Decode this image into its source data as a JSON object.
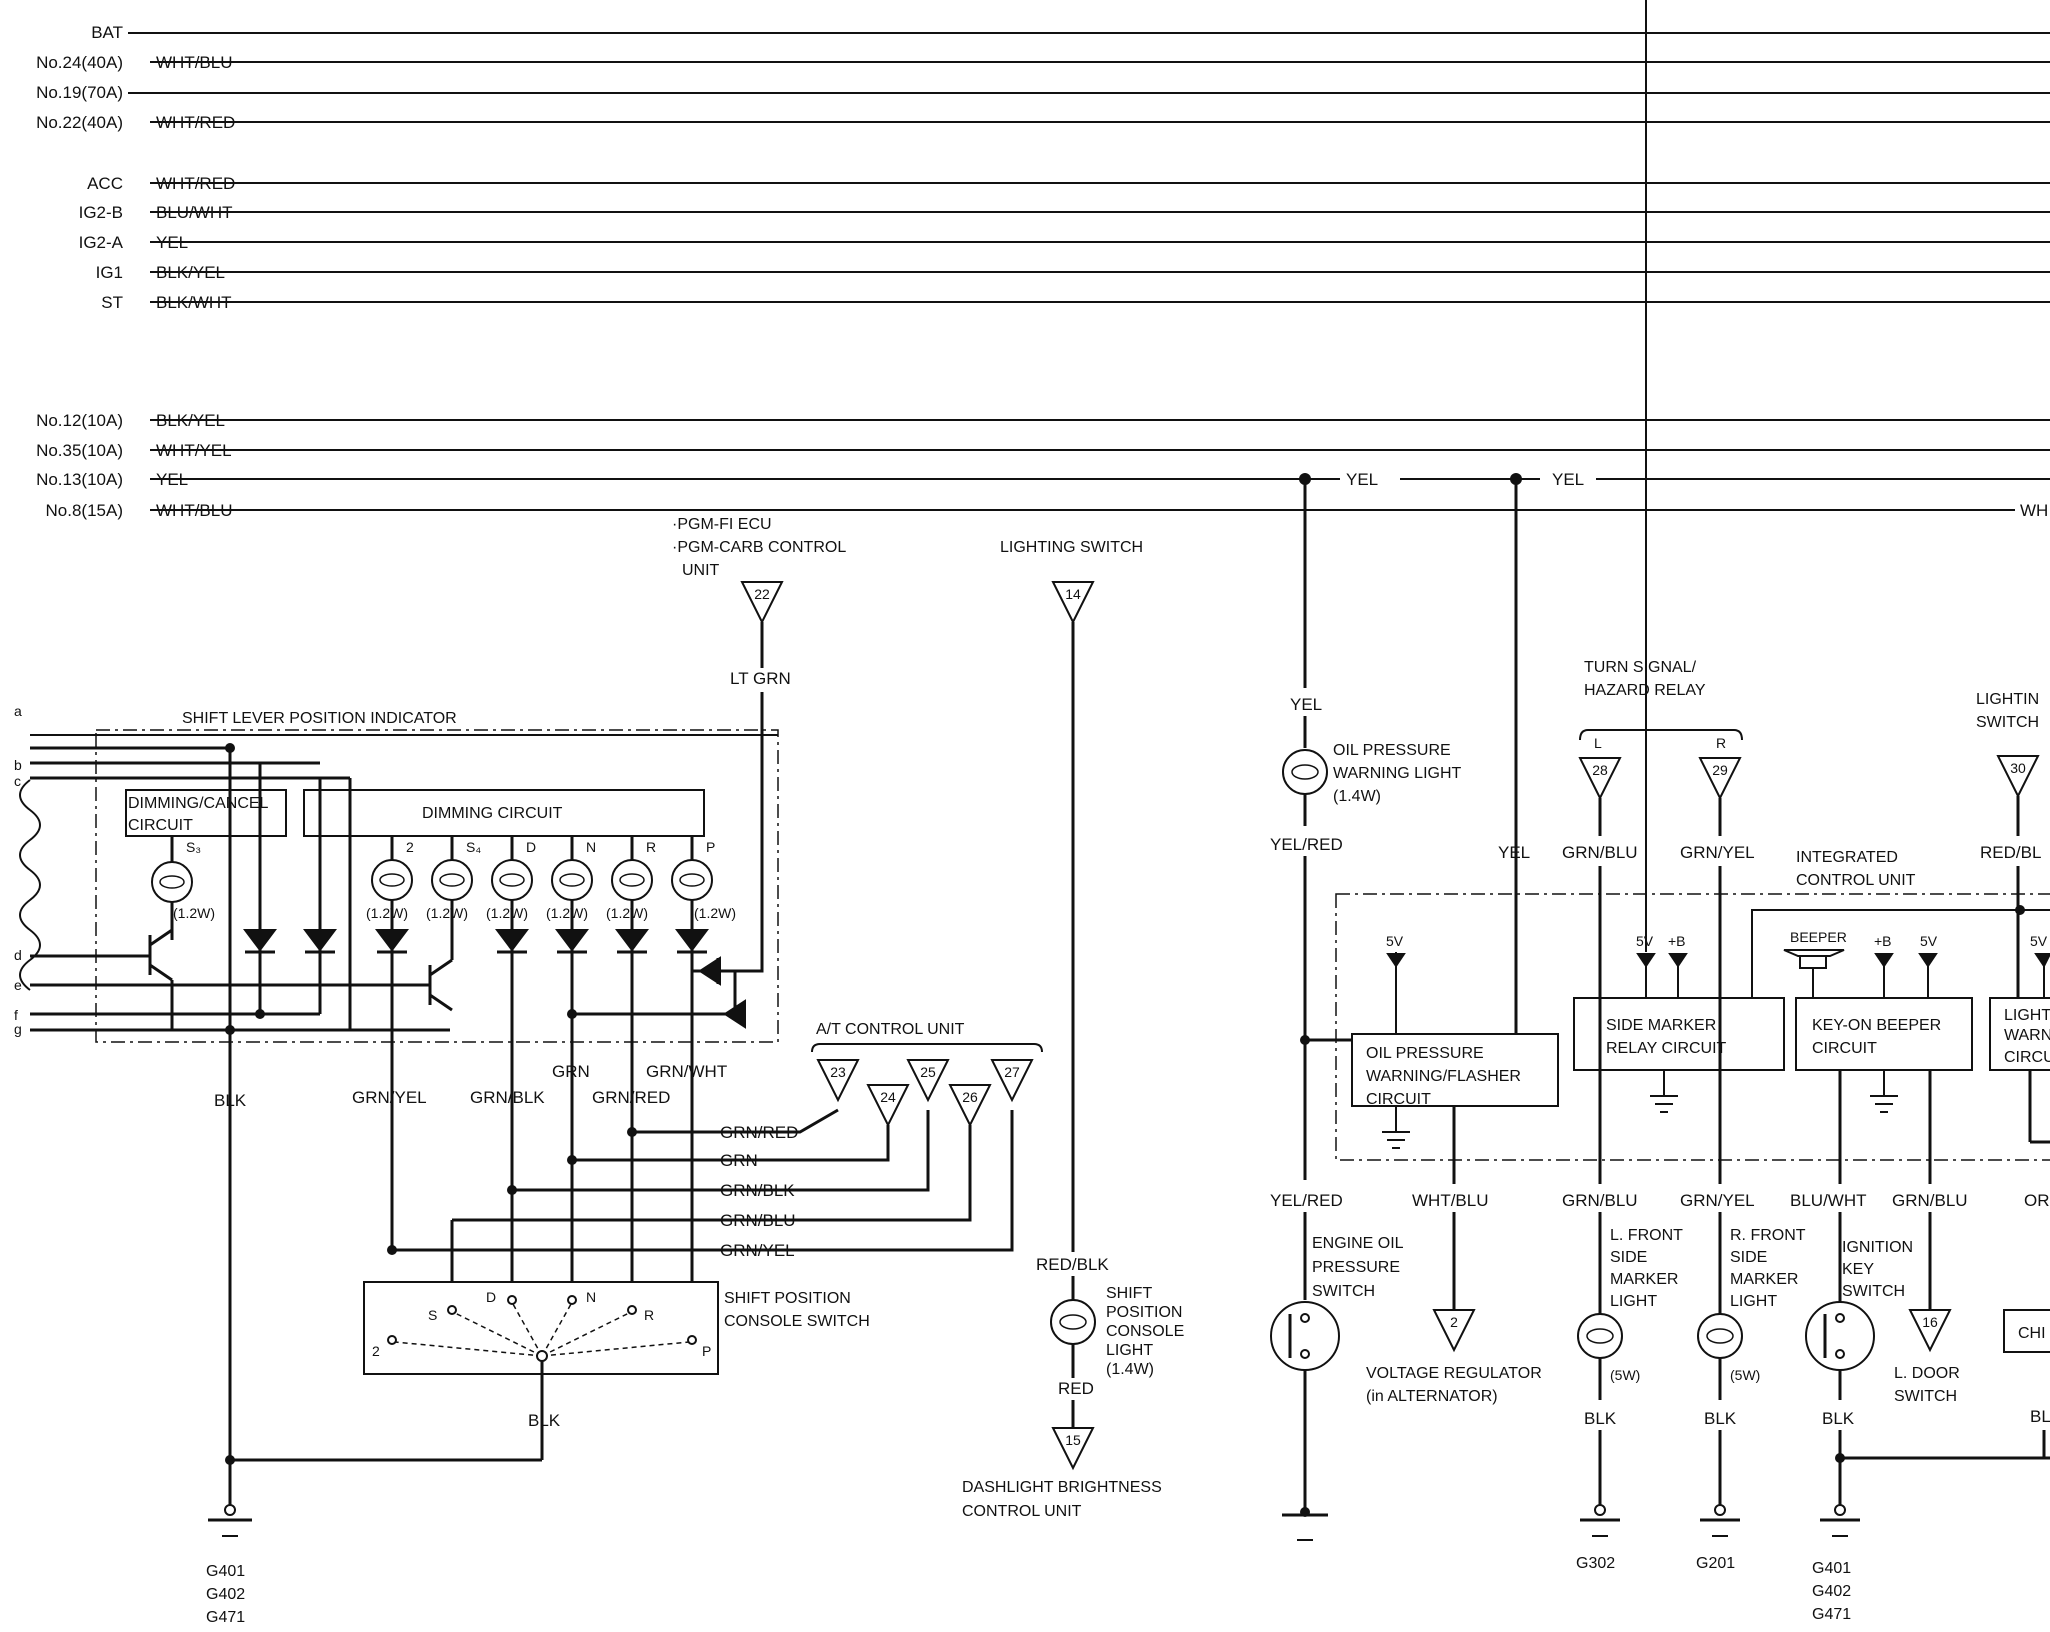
{
  "bus": {
    "bat": "BAT",
    "no24": "No.24(40A)",
    "no24_wire": "WHT/BLU",
    "no19": "No.19(70A)",
    "no22": "No.22(40A)",
    "no22_wire": "WHT/RED",
    "acc": "ACC",
    "acc_wire": "WHT/RED",
    "ig2b": "IG2-B",
    "ig2b_wire": "BLU/WHT",
    "ig2a": "IG2-A",
    "ig2a_wire": "YEL",
    "ig1": "IG1",
    "ig1_wire": "BLK/YEL",
    "st": "ST",
    "st_wire": "BLK/WHT",
    "no12": "No.12(10A)",
    "no12_wire": "BLK/YEL",
    "no35": "No.35(10A)",
    "no35_wire": "WHT/YEL",
    "no13": "No.13(10A)",
    "no13_wire": "YEL",
    "no8": "No.8(15A)",
    "no8_wire": "WHT/BLU",
    "yel1": "YEL",
    "yel2": "YEL",
    "whcut": "WH"
  },
  "pgm": {
    "line1": "·PGM-FI ECU",
    "line2": "·PGM-CARB CONTROL",
    "line3": "UNIT",
    "conn": "22",
    "wire": "LT GRN"
  },
  "light_sw": {
    "label": "LIGHTING SWITCH",
    "conn": "14"
  },
  "slpi": {
    "title": "SHIFT LEVER POSITION INDICATOR",
    "dimcancel1": "DIMMING/CANCEL",
    "dimcancel2": "CIRCUIT",
    "dimming": "DIMMING CIRCUIT",
    "s3": "S₃",
    "s3w": "(1.2W)",
    "bulbs": [
      {
        "l": "2",
        "w": "(1.2W)"
      },
      {
        "l": "S₄",
        "w": "(1.2W)"
      },
      {
        "l": "D",
        "w": "(1.2W)"
      },
      {
        "l": "N",
        "w": "(1.2W)"
      },
      {
        "l": "R",
        "w": "(1.2W)"
      },
      {
        "l": "P",
        "w": "(1.2W)"
      }
    ],
    "side": [
      "a",
      "b",
      "c",
      "d",
      "e",
      "f",
      "g"
    ]
  },
  "wires": {
    "blk1": "BLK",
    "grnyel": "GRN/YEL",
    "grnblk": "GRN/BLK",
    "grn": "GRN",
    "grnred": "GRN/RED",
    "grnwht": "GRN/WHT",
    "h_grnred": "GRN/RED",
    "h_grn": "GRN",
    "h_grnblk": "GRN/BLK",
    "h_grnblu": "GRN/BLU",
    "h_grnyel": "GRN/YEL",
    "blk2": "BLK"
  },
  "atcu": {
    "label": "A/T CONTROL UNIT",
    "c23": "23",
    "c24": "24",
    "c25": "25",
    "c26": "26",
    "c27": "27"
  },
  "sps": {
    "l1": "SHIFT POSITION",
    "l2": "CONSOLE SWITCH",
    "p2": "2",
    "ps": "S",
    "pd": "D",
    "pn": "N",
    "pr": "R",
    "pp": "P"
  },
  "spcl": {
    "w1": "RED/BLK",
    "l1": "SHIFT",
    "l2": "POSITION",
    "l3": "CONSOLE",
    "l4": "LIGHT",
    "l5": "(1.4W)",
    "w2": "RED",
    "conn": "15",
    "d1": "DASHLIGHT BRIGHTNESS",
    "d2": "CONTROL UNIT"
  },
  "grounds": {
    "g1a": "G401",
    "g1b": "G402",
    "g1c": "G471",
    "g2": "G302",
    "g3": "G201",
    "g4a": "G401",
    "g4b": "G402",
    "g4c": "G471"
  },
  "oil": {
    "w1": "YEL",
    "l1": "OIL PRESSURE",
    "l2": "WARNING LIGHT",
    "l3": "(1.4W)",
    "w2": "YEL/RED",
    "w3": "YEL/RED",
    "e1": "ENGINE OIL",
    "e2": "PRESSURE",
    "e3": "SWITCH"
  },
  "icu": {
    "label1": "INTEGRATED",
    "label2": "CONTROL UNIT",
    "v5a": "5V",
    "op1": "OIL PRESSURE",
    "op2": "WARNING/FLASHER",
    "op3": "CIRCUIT",
    "v5b": "5V",
    "pb1": "+B",
    "sm1": "SIDE MARKER",
    "sm2": "RELAY CIRCUIT",
    "beeper": "BEEPER",
    "pb2": "+B",
    "v5c": "5V",
    "kb1": "KEY-ON BEEPER",
    "kb2": "CIRCUIT",
    "v5d": "5V",
    "lw1": "LIGHT",
    "lw2": "WARN",
    "lw3": "CIRCU",
    "yel": "YEL"
  },
  "turn": {
    "t1": "TURN SIGNAL/",
    "t2": "HAZARD RELAY",
    "L": "L",
    "R": "R",
    "c28": "28",
    "c29": "29",
    "w1": "GRN/BLU",
    "w2": "GRN/YEL"
  },
  "lights": {
    "w1": "GRN/BLU",
    "l1": "L. FRONT",
    "l2": "SIDE",
    "l3": "MARKER",
    "l4": "LIGHT",
    "lw": "(5W)",
    "lb": "BLK",
    "w2": "GRN/YEL",
    "r1": "R. FRONT",
    "r2": "SIDE",
    "r3": "MARKER",
    "r4": "LIGHT",
    "rw": "(5W)",
    "rb": "BLK"
  },
  "vreg": {
    "w": "WHT/BLU",
    "conn": "2",
    "l1": "VOLTAGE REGULATOR",
    "l2": "(in ALTERNATOR)"
  },
  "ign": {
    "w1": "BLU/WHT",
    "w2": "GRN/BLU",
    "i1": "IGNITION",
    "i2": "KEY",
    "i3": "SWITCH",
    "blk": "BLK",
    "conn": "16",
    "d1": "L. DOOR",
    "d2": "SWITCH"
  },
  "light30": {
    "l1": "LIGHTIN",
    "l2": "SWITCH",
    "conn": "30",
    "w": "RED/BL",
    "or": "OR",
    "chi": "CHI",
    "bl": "BL"
  }
}
